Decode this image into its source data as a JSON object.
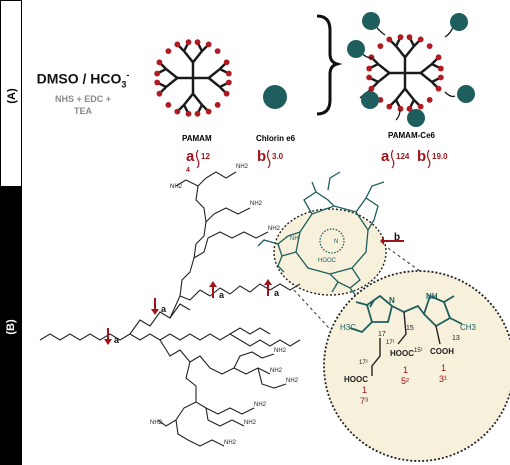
{
  "panels": {
    "a_label": "(A)",
    "b_label": "(B)"
  },
  "conditions": {
    "solvent": "DMSO / HCO",
    "solvent_sub": "3",
    "solvent_sup": "-",
    "reagents_line1": "NHS + EDC +",
    "reagents_line2": "TEA"
  },
  "compounds": {
    "pamam": {
      "name": "PAMAM",
      "letter": "a",
      "count": "12",
      "sub": "4"
    },
    "ce6": {
      "name": "Chlorin e6",
      "letter": "b",
      "count": "3.0"
    },
    "conjugate": {
      "name": "PAMAM-Ce6",
      "letter_a": "a",
      "count_a": "124",
      "letter_b": "b",
      "count_b": "19.0"
    }
  },
  "structure": {
    "amide_marker": "a",
    "ce6_marker": "b",
    "methyl_left": "H3C",
    "methyl_right": "CH3",
    "nh": "NH",
    "n": "N",
    "cooh": "COOH",
    "hooc": "HOOC",
    "amine": "NH2",
    "locants": {
      "c17": "17",
      "c15": "15",
      "c13": "13",
      "c17_2": "17²",
      "c17_1": "17¹",
      "c15_1": "15¹",
      "c1a": "1",
      "c7_3": "7³",
      "c1b": "1",
      "c5_2": "5²",
      "c1c": "1",
      "c3_1": "3¹"
    }
  },
  "colors": {
    "dendrimer": "#1a1a1a",
    "terminal": "#b21a22",
    "chlorin": "#1e5e5e",
    "marker": "#a0141c",
    "highlight": "#f7f1dc"
  }
}
